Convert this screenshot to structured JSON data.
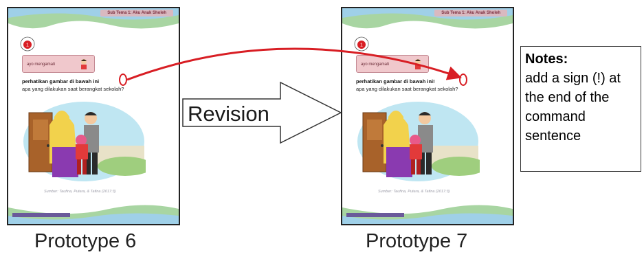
{
  "prototype_6": {
    "caption": "Prototype 6",
    "sub_theme": "Sub Tema 1: Aku Anak Sholeh",
    "activity_label": "ayo mengamati",
    "instruction": "perhatikan gambar di bawah ini",
    "question": "apa yang dilakukan saat berangkat sekolah?",
    "source": "Sumber: Taufina, Putera, & Tafina (2017:3)",
    "lesson_number": "1"
  },
  "prototype_7": {
    "caption": "Prototype 7",
    "sub_theme": "Sub Tema 1: Aku Anak Sholeh",
    "activity_label": "ayo mengamati",
    "instruction": "perhatikan gambar di bawah ini!",
    "question": "apa yang dilakukan saat berangkat sekolah?",
    "source": "Sumber: Taufina, Putera, & Tafina (2017:3)",
    "lesson_number": "1"
  },
  "revision": {
    "label": "Revision"
  },
  "notes": {
    "title": "Notes:",
    "body": "add a sign (!) at the end of the command sentence"
  },
  "colors": {
    "highlight_red": "#d81e24",
    "band_green": "#a8d5a2",
    "band_blue": "#9fd0e8",
    "activity_pink": "#f0c8cc"
  }
}
